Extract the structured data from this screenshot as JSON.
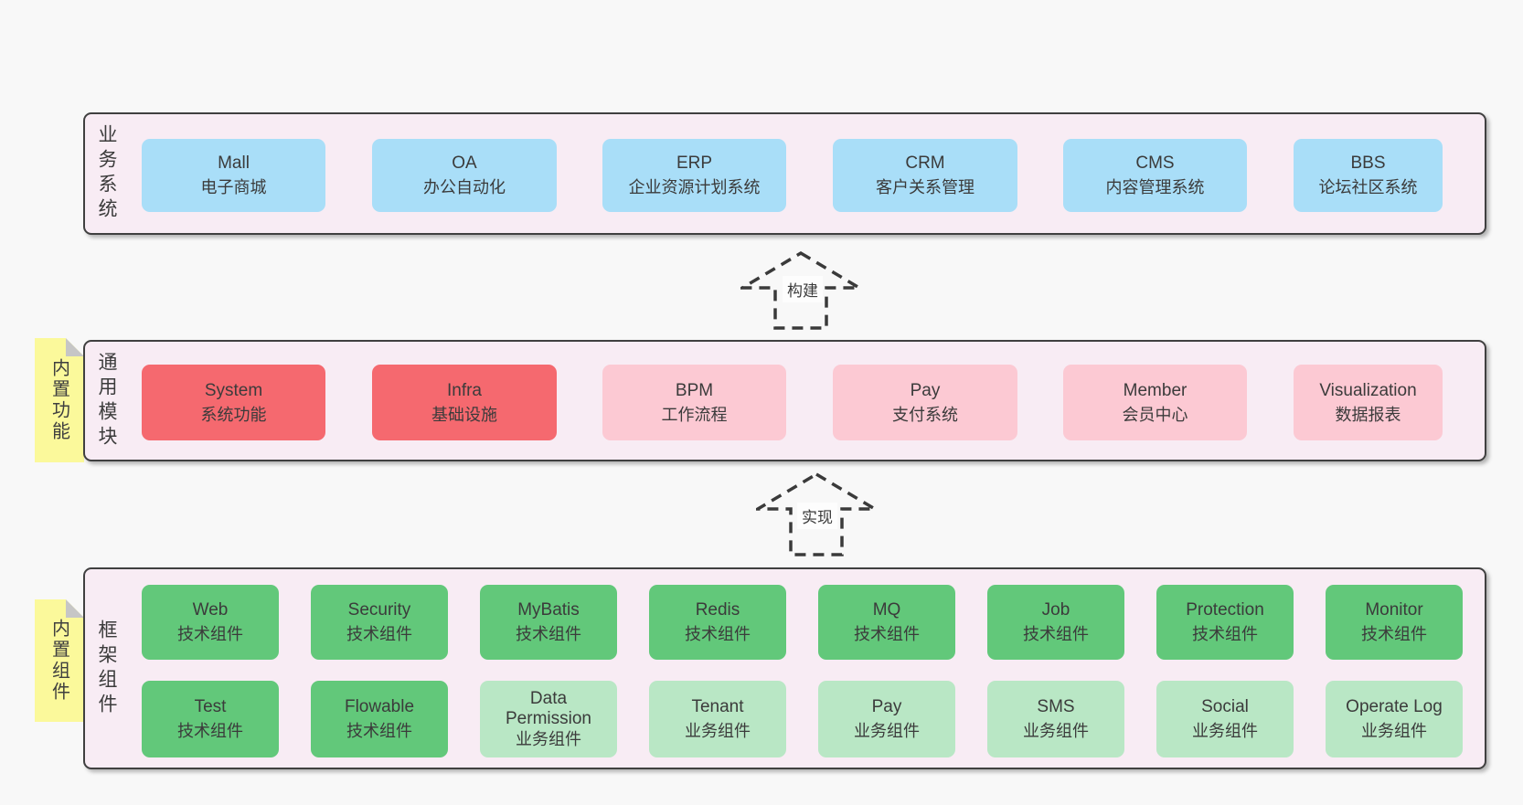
{
  "page": {
    "background": "#f8f8f8"
  },
  "colors": {
    "layer_background": "#f8ecf4",
    "layer_border": "#404040",
    "business_box": "#a9def8",
    "core_module_box": "#f5696f",
    "optional_module_box": "#fcc9d3",
    "tech_component_box": "#62c87a",
    "biz_component_box": "#b9e7c5",
    "sticky_note": "#fbf99b",
    "text": "#3b3b3b"
  },
  "arrows": [
    {
      "label": "构建"
    },
    {
      "label": "实现"
    }
  ],
  "layers": [
    {
      "label": "业务系统",
      "boxes": [
        {
          "name": "Mall",
          "subtitle": "电子商城"
        },
        {
          "name": "OA",
          "subtitle": "办公自动化"
        },
        {
          "name": "ERP",
          "subtitle": "企业资源计划系统"
        },
        {
          "name": "CRM",
          "subtitle": "客户关系管理"
        },
        {
          "name": "CMS",
          "subtitle": "内容管理系统"
        },
        {
          "name": "BBS",
          "subtitle": "论坛社区系统"
        }
      ]
    },
    {
      "label": "通用模块",
      "note": "内置功能",
      "boxes": [
        {
          "name": "System",
          "subtitle": "系统功能"
        },
        {
          "name": "Infra",
          "subtitle": "基础设施"
        },
        {
          "name": "BPM",
          "subtitle": "工作流程"
        },
        {
          "name": "Pay",
          "subtitle": "支付系统"
        },
        {
          "name": "Member",
          "subtitle": "会员中心"
        },
        {
          "name": "Visualization",
          "subtitle": "数据报表"
        }
      ]
    },
    {
      "label": "框架组件",
      "note": "内置组件",
      "rows": [
        [
          {
            "name": "Web",
            "subtitle": "技术组件"
          },
          {
            "name": "Security",
            "subtitle": "技术组件"
          },
          {
            "name": "MyBatis",
            "subtitle": "技术组件"
          },
          {
            "name": "Redis",
            "subtitle": "技术组件"
          },
          {
            "name": "MQ",
            "subtitle": "技术组件"
          },
          {
            "name": "Job",
            "subtitle": "技术组件"
          },
          {
            "name": "Protection",
            "subtitle": "技术组件"
          },
          {
            "name": "Monitor",
            "subtitle": "技术组件"
          }
        ],
        [
          {
            "name": "Test",
            "subtitle": "技术组件"
          },
          {
            "name": "Flowable",
            "subtitle": "技术组件"
          },
          {
            "name": "Data\nPermission",
            "subtitle": "业务组件"
          },
          {
            "name": "Tenant",
            "subtitle": "业务组件"
          },
          {
            "name": "Pay",
            "subtitle": "业务组件"
          },
          {
            "name": "SMS",
            "subtitle": "业务组件"
          },
          {
            "name": "Social",
            "subtitle": "业务组件"
          },
          {
            "name": "Operate Log",
            "subtitle": "业务组件"
          }
        ]
      ]
    }
  ]
}
